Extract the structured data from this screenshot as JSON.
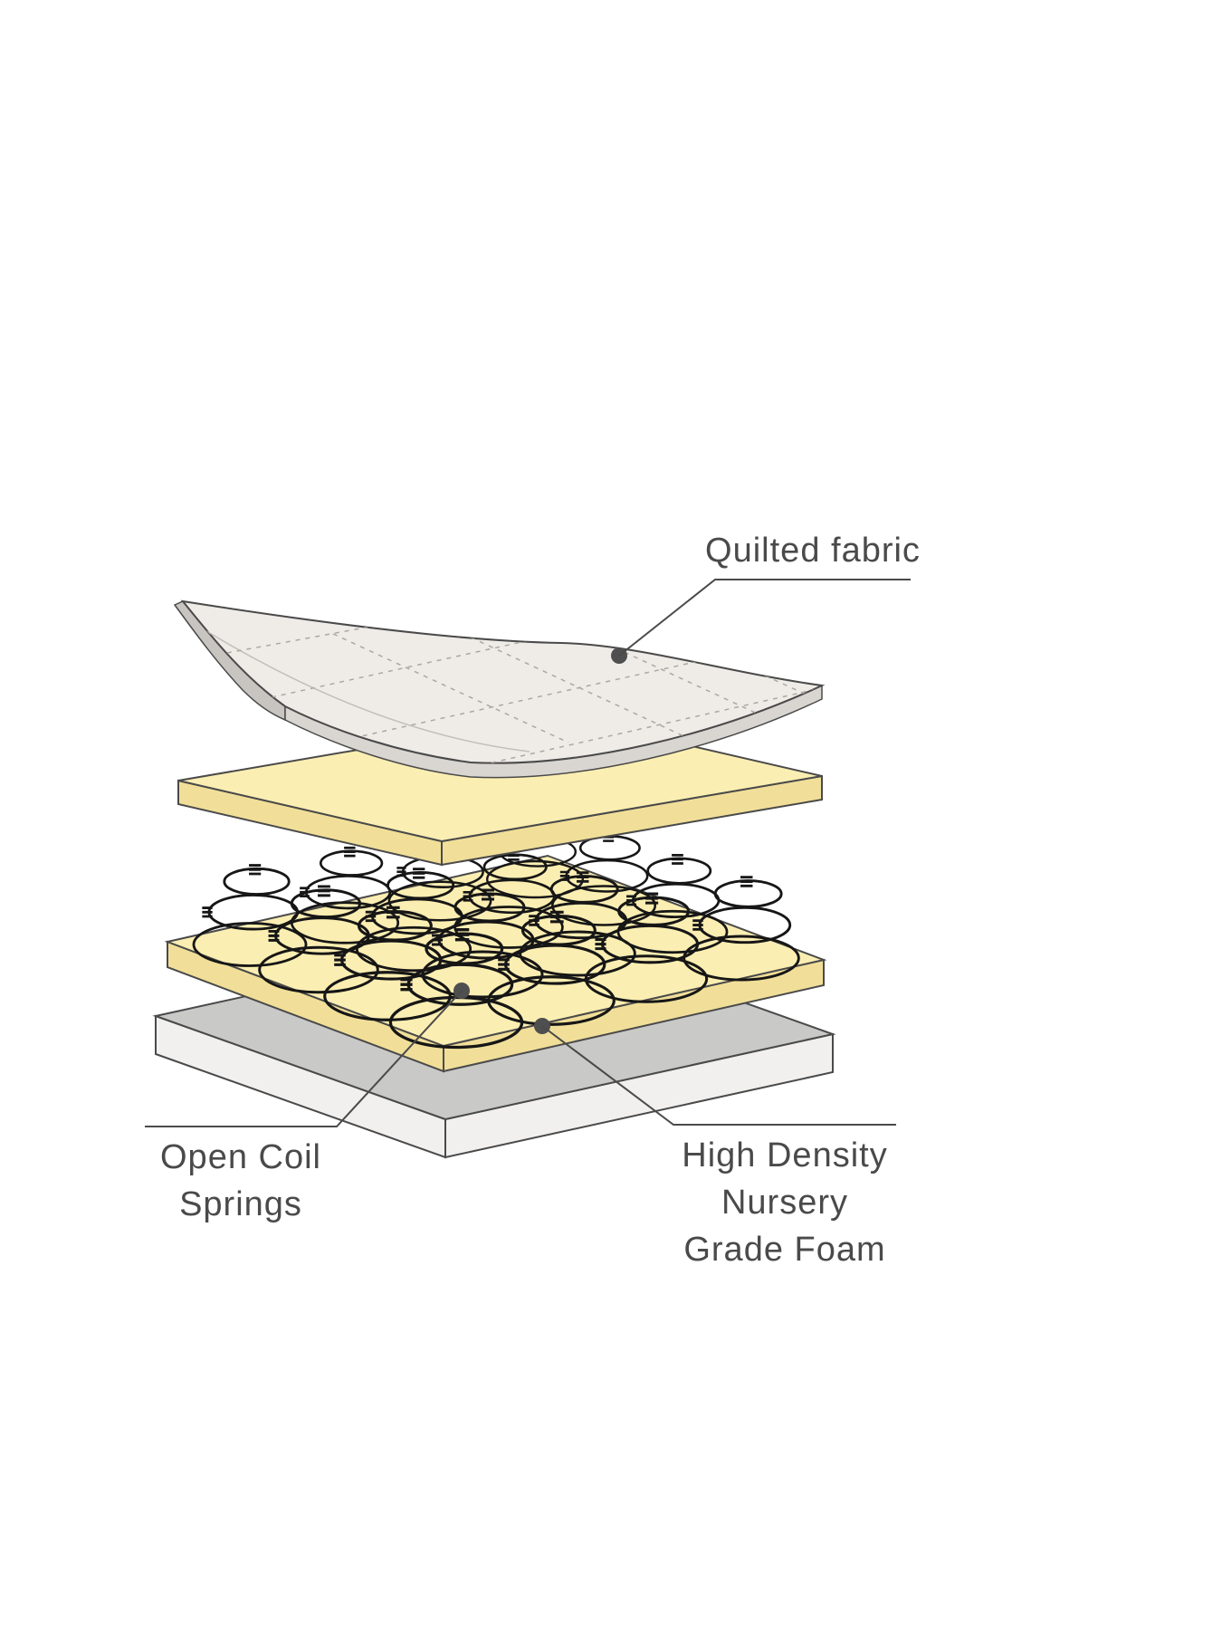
{
  "labels": {
    "quilted_fabric": "Quilted fabric",
    "open_coil_line1": "Open Coil",
    "open_coil_line2": "Springs",
    "foam_line1": "High Density",
    "foam_line2": "Nursery",
    "foam_line3": "Grade Foam"
  },
  "colors": {
    "foam_top": "#fbeeb2",
    "foam_side": "#f1df99",
    "base_top": "#c9c9c8",
    "base_side": "#f1f0ee",
    "fabric_top": "#efece8",
    "fabric_side": "#d9d6d2",
    "fabric_curl": "#c8c5c1",
    "line": "#4a4a4a",
    "spring": "#161616"
  }
}
